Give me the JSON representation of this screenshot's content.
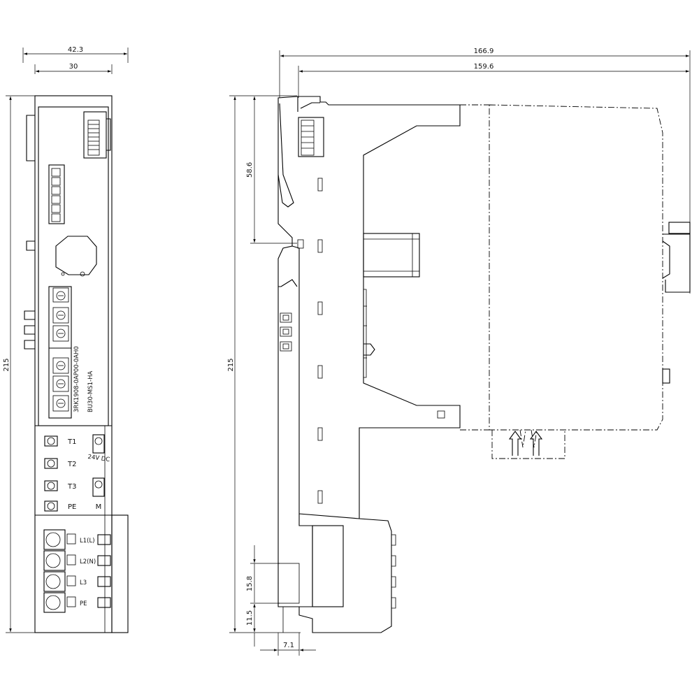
{
  "front_view": {
    "dims": {
      "overall_width": "42.3",
      "housing_width": "30",
      "height": "215"
    },
    "part_numbers": [
      "3RK1908-0AP00-0AH0",
      "BU30-MS1-HA"
    ],
    "terminals_upper": [
      "T1",
      "T2",
      "T3",
      "PE"
    ],
    "terminals_upper_right": [
      "24V DC",
      "M"
    ],
    "terminals_lower": [
      "L1(L)",
      "L2(N)",
      "L3",
      "PE"
    ]
  },
  "side_view": {
    "dims": {
      "overall_depth": "166.9",
      "depth": "159.6",
      "height": "215",
      "rail_top": "58.6",
      "bottom_block": "15.8",
      "bottom_offset": "11.5",
      "foot_offset": "7.1"
    }
  }
}
